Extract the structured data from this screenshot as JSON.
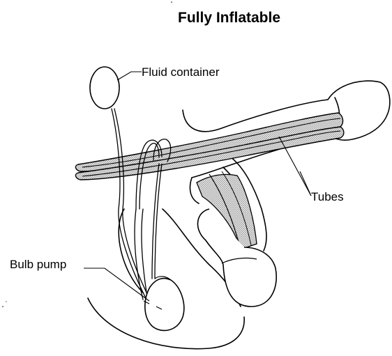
{
  "title": "Fully Inflatable",
  "labels": {
    "fluid_container": "Fluid container",
    "tubes": "Tubes",
    "bulb_pump": "Bulb pump"
  },
  "colors": {
    "line": "#000000",
    "tube_fill": "#bdbdbd",
    "background": "#ffffff"
  }
}
